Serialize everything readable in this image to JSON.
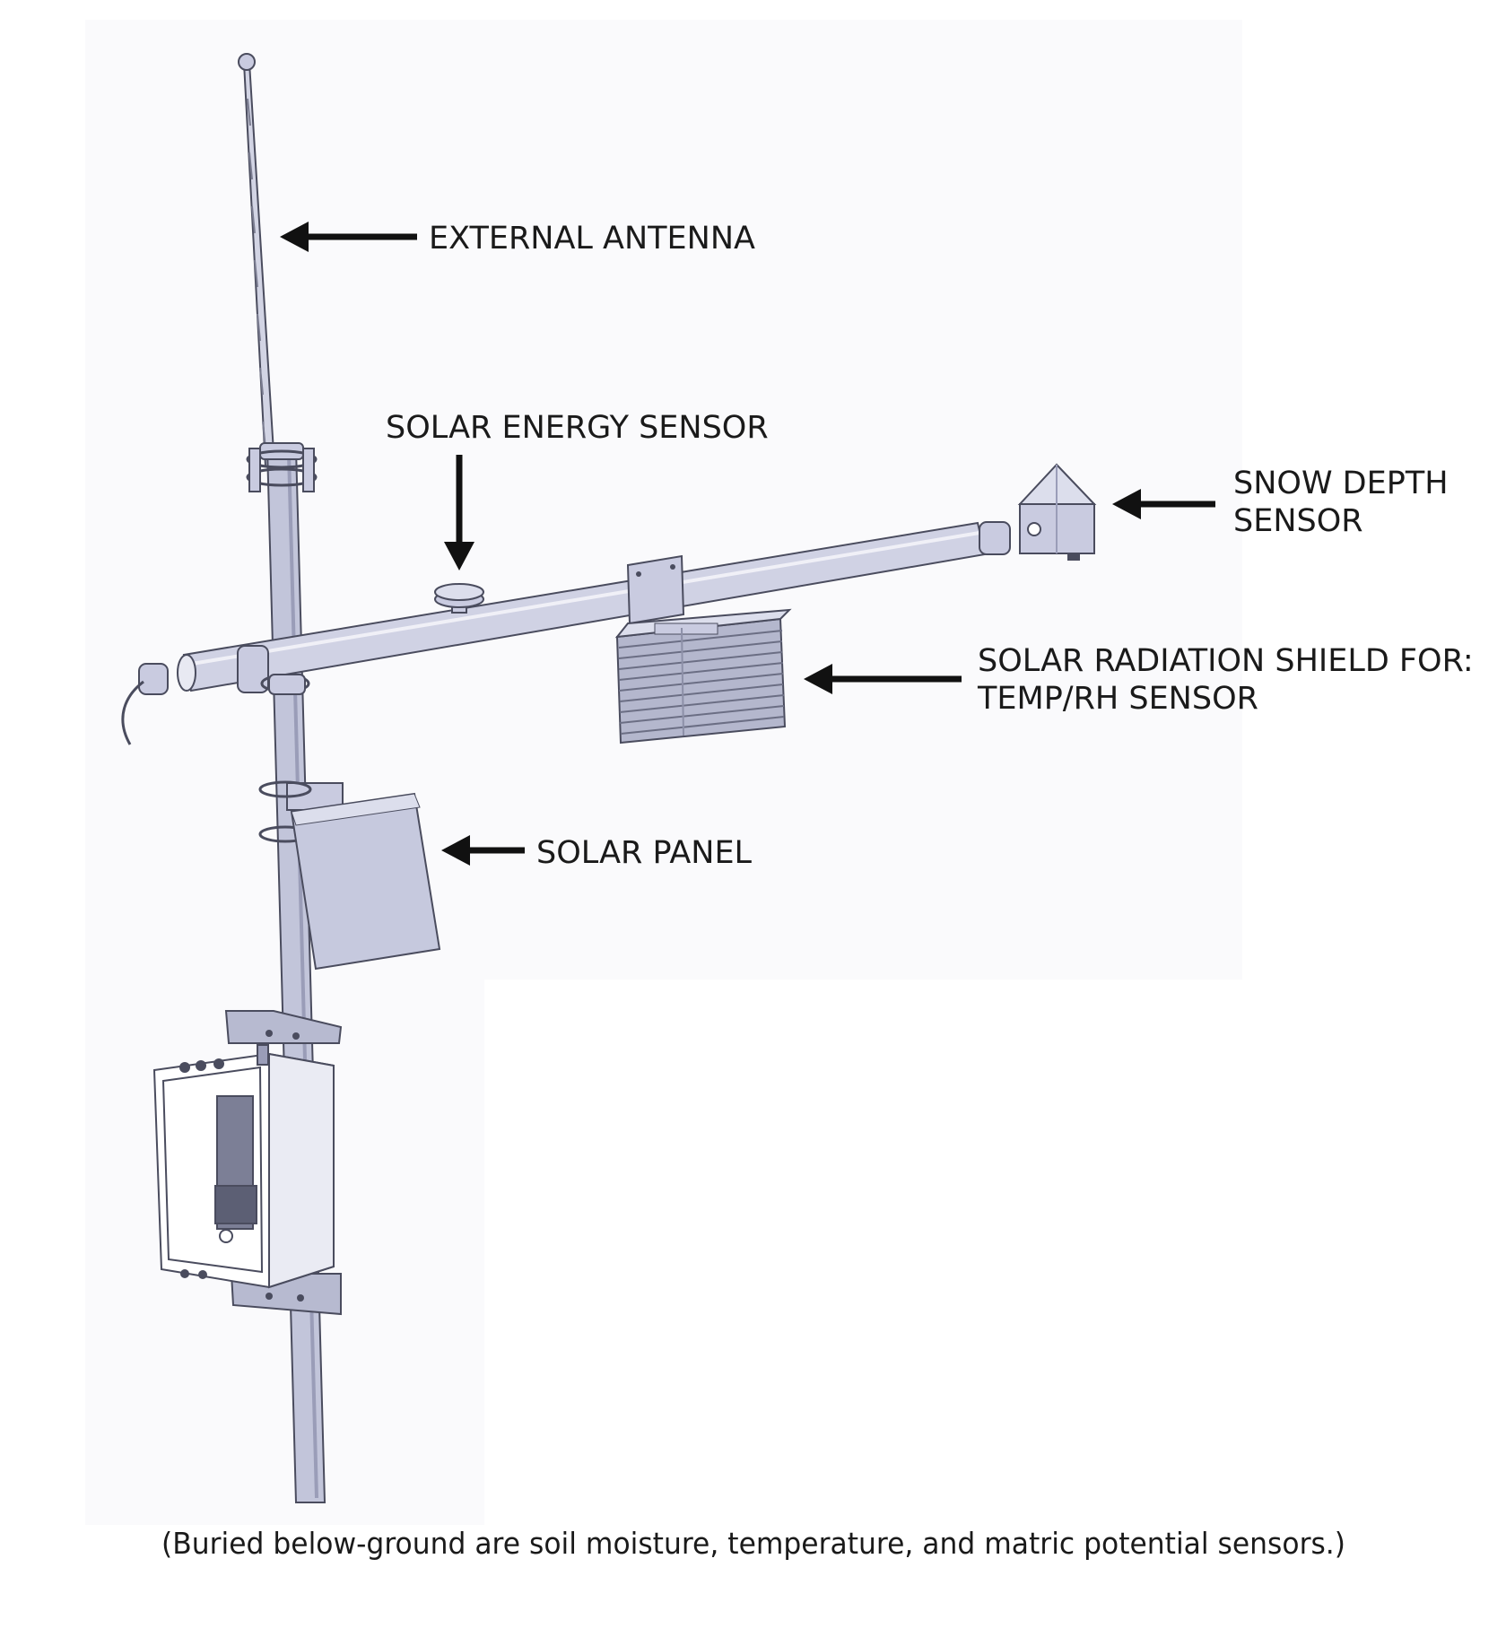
{
  "labels": {
    "external_antenna": "EXTERNAL ANTENNA",
    "solar_energy_sensor": "SOLAR ENERGY SENSOR",
    "snow_depth_line1": "SNOW DEPTH",
    "snow_depth_line2": "SENSOR",
    "radiation_shield_line1": "SOLAR RADIATION SHIELD FOR:",
    "radiation_shield_line2": "TEMP/RH SENSOR",
    "solar_panel": "SOLAR PANEL"
  },
  "caption": "(Buried below-ground are soil moisture, temperature, and matric potential sensors.)",
  "colors": {
    "metal": "#c9cbe0",
    "metal_dark": "#9a9db8",
    "outline": "#4a4c5e",
    "arrow": "#111111",
    "background_panel": "#fafafc"
  }
}
